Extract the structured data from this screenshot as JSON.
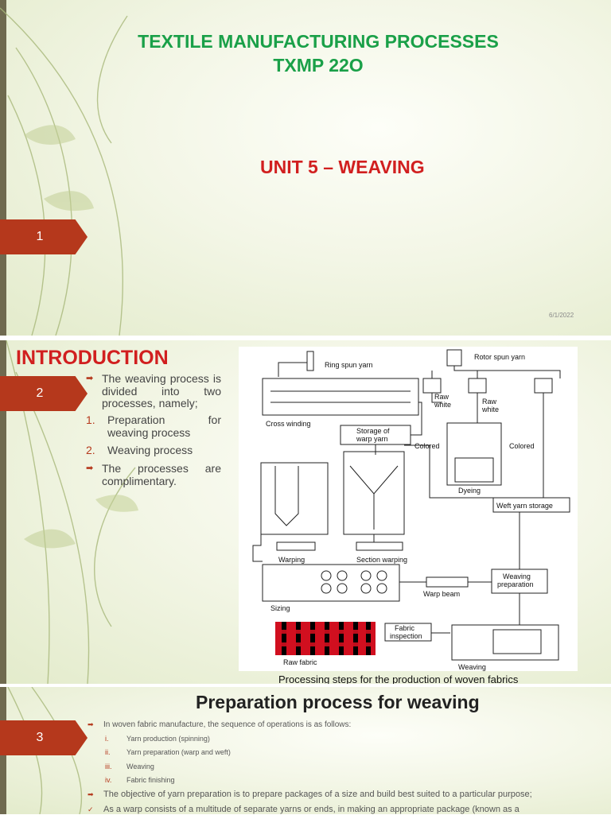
{
  "slide1": {
    "title_line1": "TEXTILE MANUFACTURING PROCESSES",
    "title_line2": "TXMP 22O",
    "unit": "UNIT 5 – WEAVING",
    "slide_number": "1",
    "date": "6/1/2022"
  },
  "slide2": {
    "heading": "INTRODUCTION",
    "slide_number": "2",
    "bullets": [
      {
        "marker": "➡",
        "text": "The weaving process is divided into two processes, namely;"
      },
      {
        "marker": "1.",
        "text": "Preparation for weaving process"
      },
      {
        "marker": "2.",
        "text": "Weaving process"
      },
      {
        "marker": "➡",
        "text": "The processes are complimentary."
      }
    ],
    "diagram_labels": {
      "ring_spun": "Ring spun yarn",
      "rotor_spun": "Rotor spun yarn",
      "cross_winding": "Cross winding",
      "storage_warp_1": "Storage of",
      "storage_warp_2": "warp yarn",
      "raw_white_a1": "Raw",
      "raw_white_a2": "white",
      "raw_white_b1": "Raw",
      "raw_white_b2": "white",
      "colored_left": "Colored",
      "colored_right": "Colored",
      "dyeing": "Dyeing",
      "weft_storage": "Weft yarn storage",
      "warping": "Warping",
      "section_warping": "Section warping",
      "sizing": "Sizing",
      "warp_beam": "Warp beam",
      "weaving_prep_1": "Weaving",
      "weaving_prep_2": "preparation",
      "fabric_insp_1": "Fabric",
      "fabric_insp_2": "inspection",
      "raw_fabric": "Raw fabric",
      "weaving": "Weaving"
    },
    "caption": "Processing steps for the production of woven fabrics"
  },
  "slide3": {
    "heading": "Preparation process for weaving",
    "slide_number": "3",
    "intro": "In woven fabric manufacture, the sequence of operations is as follows:",
    "sub_items": [
      {
        "marker": "i.",
        "text": "Yarn production (spinning)"
      },
      {
        "marker": "ii.",
        "text": "Yarn preparation (warp and weft)"
      },
      {
        "marker": "iii.",
        "text": "Weaving"
      },
      {
        "marker": "iv.",
        "text": "Fabric finishing"
      }
    ],
    "objective": "The objective of yarn preparation is to prepare packages of a size and build best suited to a particular purpose;",
    "warp_note": "As a warp consists of a multitude of separate yarns or ends, in making an appropriate package (known as a"
  },
  "colors": {
    "accent": "#b5381c",
    "title_green": "#1aa048",
    "heading_red": "#d11f1f"
  }
}
